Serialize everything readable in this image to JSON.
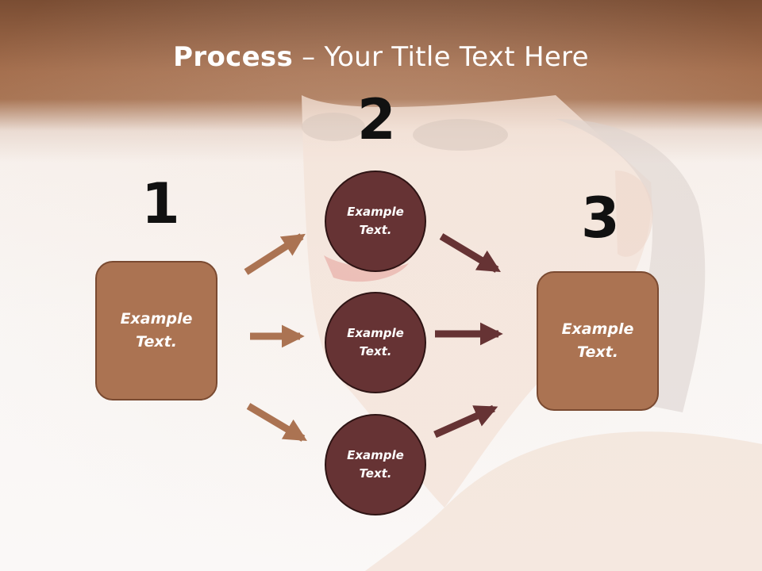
{
  "title": {
    "bold": "Process",
    "rest": " – Your Title Text Here"
  },
  "steps": [
    {
      "number": "1",
      "text": "Example Text."
    },
    {
      "number": "2",
      "items": [
        "Example Text.",
        "Example Text.",
        "Example Text."
      ]
    },
    {
      "number": "3",
      "text": "Example Text."
    }
  ],
  "colors": {
    "header": "#a46e4d",
    "box_fill": "#ab7352",
    "box_border": "#7a4a31",
    "circle_fill": "#663334",
    "arrow_left": "#ab7352",
    "arrow_right": "#663334"
  }
}
